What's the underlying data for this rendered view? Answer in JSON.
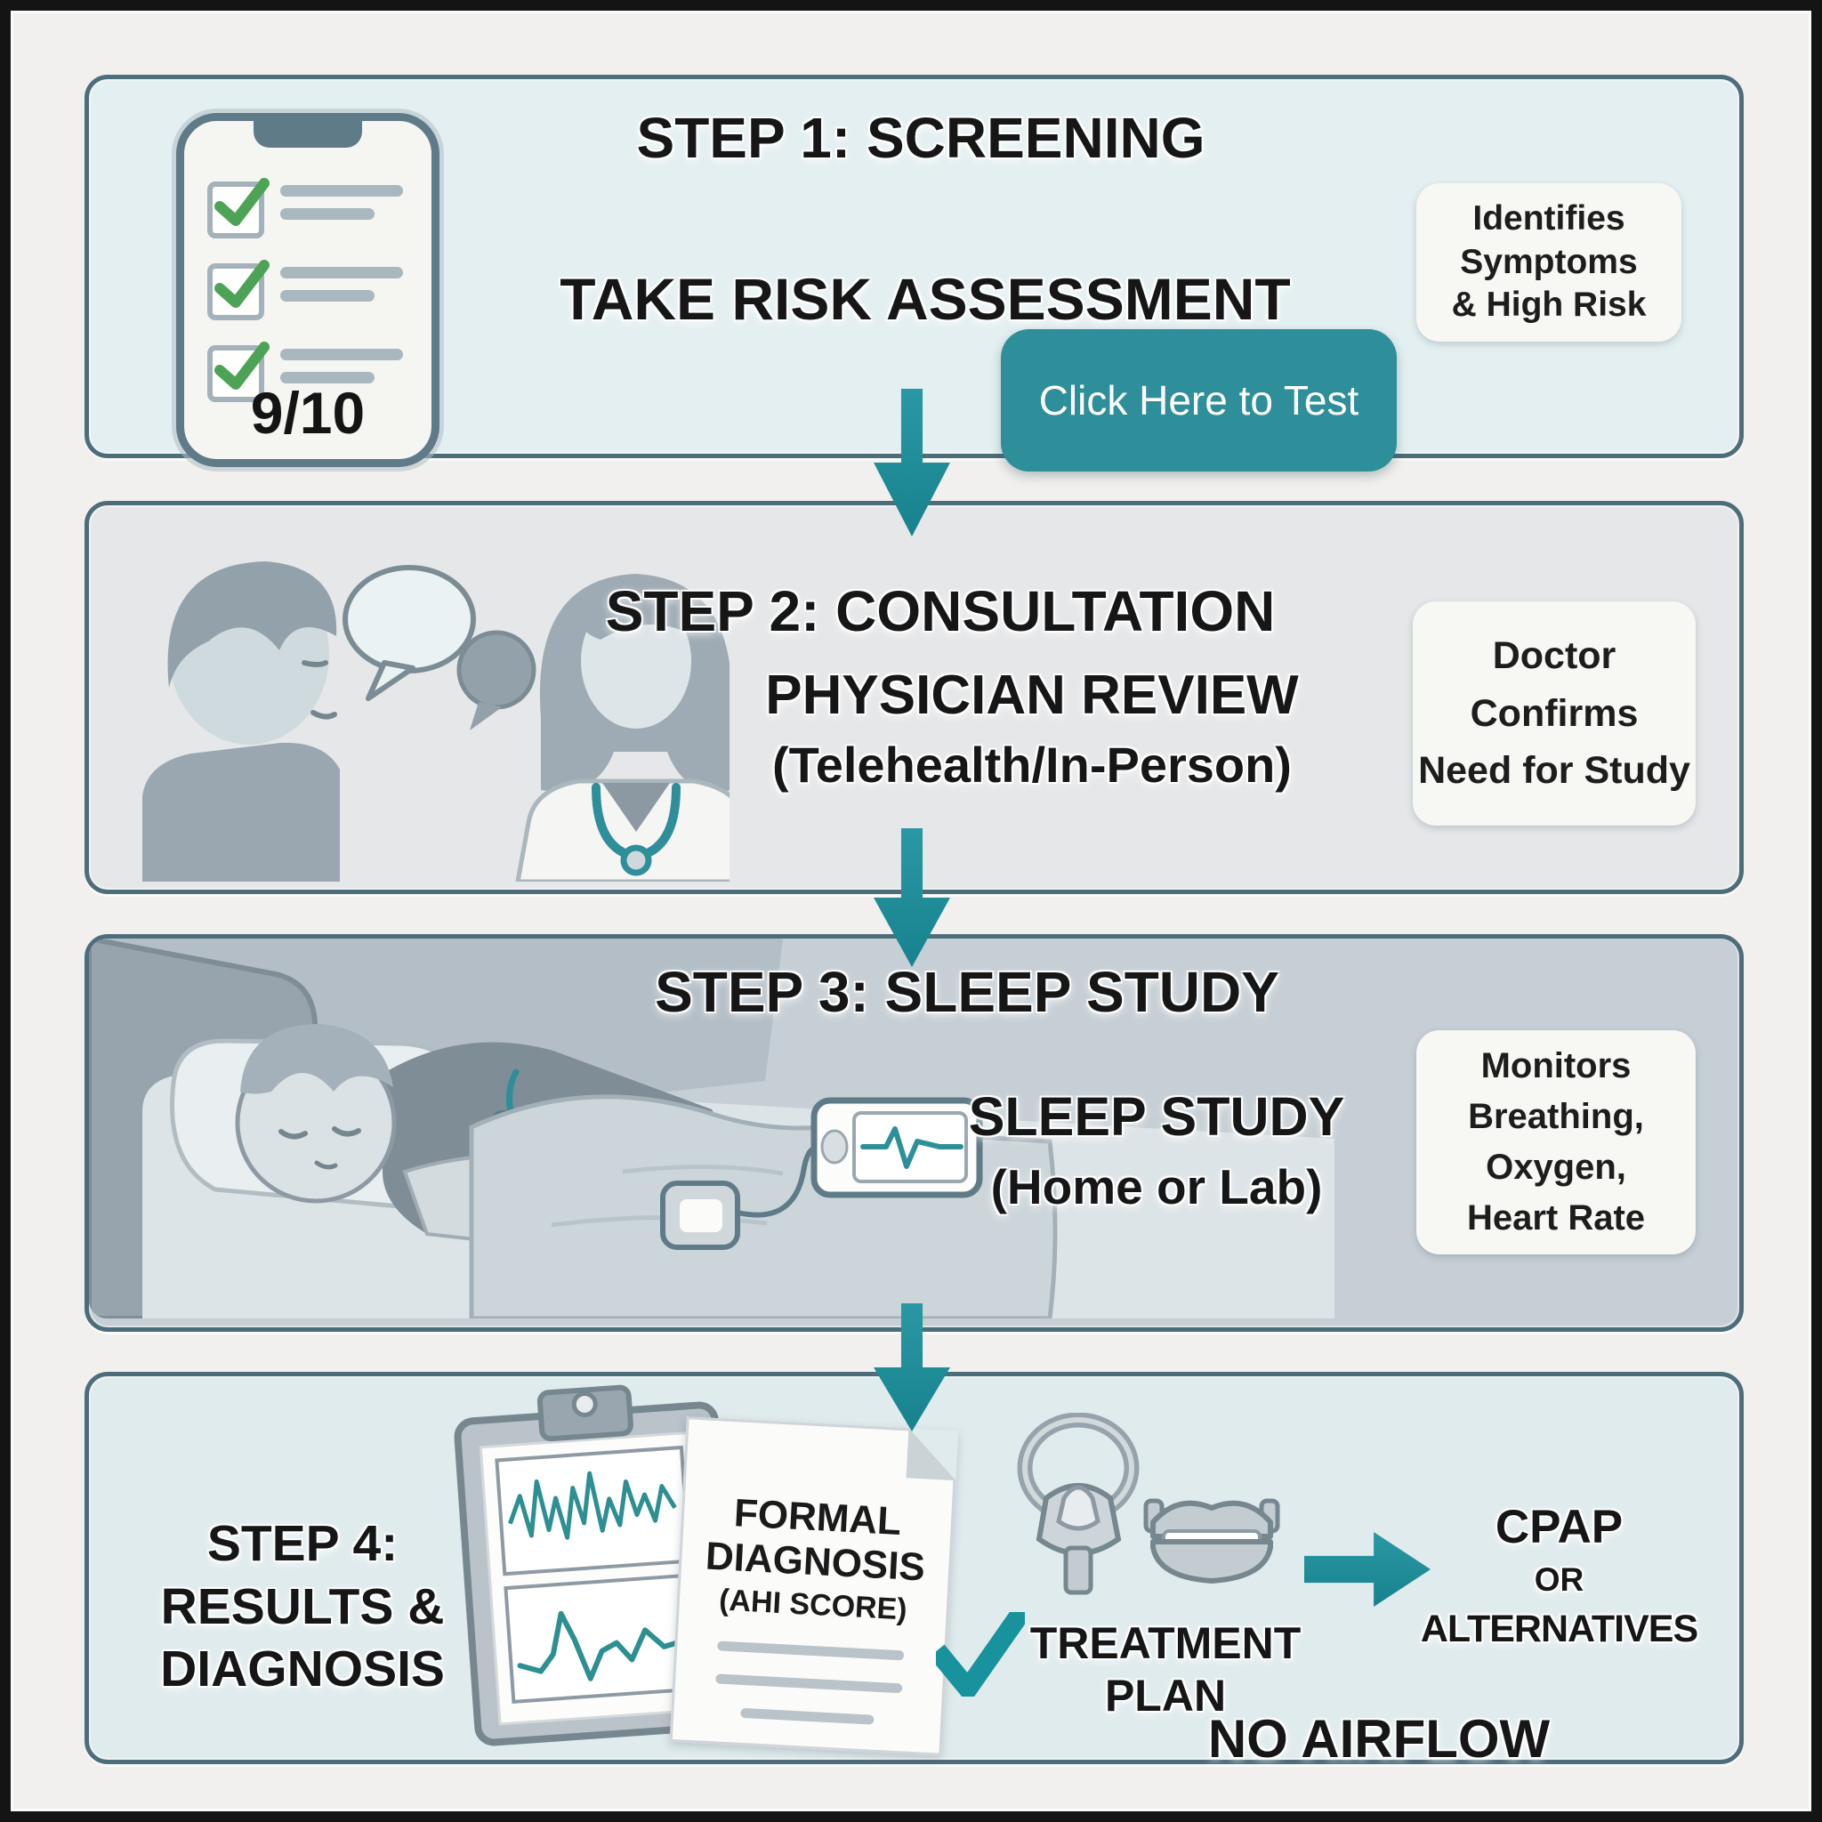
{
  "colors": {
    "accent_teal": "#2e8e9a",
    "arrow_teal": "#1f8e9a",
    "panel_border": "#4e6d7a",
    "step1_bg": "#e4eff1",
    "step2_bg": "#e5e7e9",
    "step3_bg": "#c6cfd5",
    "step4_bg": "#e0ebed",
    "badge_bg": "#f7f7f4",
    "check_green": "#4ca355",
    "text_dark": "#161616"
  },
  "step1": {
    "title": "STEP 1: SCREENING",
    "subtitle": "TAKE RISK ASSESSMENT",
    "badge_lines": [
      "Identifies",
      "Symptoms",
      "& High Risk"
    ],
    "button_label": "Click Here to Test",
    "phone_score": "9/10"
  },
  "step2": {
    "title": "STEP 2: CONSULTATION",
    "body_line1": "PHYSICIAN REVIEW",
    "body_line2": "(Telehealth/In-Person)",
    "badge_lines": [
      "Doctor",
      "Confirms",
      "Need for Study"
    ]
  },
  "step3": {
    "title": "STEP 3: SLEEP STUDY",
    "body_line1": "SLEEP STUDY",
    "body_line2": "(Home or Lab)",
    "badge_lines": [
      "Monitors",
      "Breathing,",
      "Oxygen,",
      "Heart Rate"
    ]
  },
  "step4": {
    "title_lines": [
      "STEP 4:",
      "RESULTS &",
      "DIAGNOSIS"
    ],
    "paper_lines": [
      "FORMAL",
      "DIAGNOSIS",
      "(AHI SCORE)"
    ],
    "treatment_lines": [
      "TREATMENT",
      "PLAN"
    ],
    "outcome_lines": [
      "CPAP",
      "OR",
      "ALTERNATIVES"
    ],
    "footer_label": "NO AIRFLOW"
  }
}
